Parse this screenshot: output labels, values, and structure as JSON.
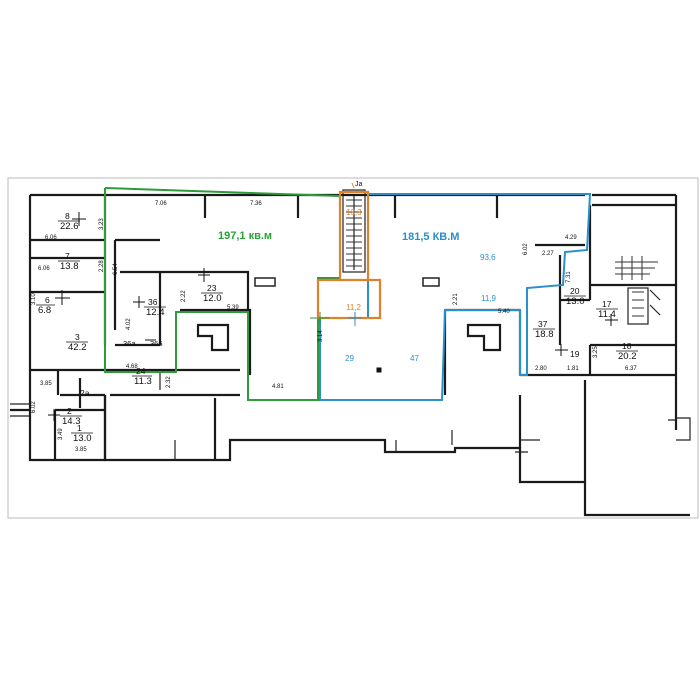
{
  "zones": {
    "green_label": "197,1 кв.м",
    "blue_label": "181,5 КВ.М",
    "orange_top": "13,3",
    "orange_mid": "11,2",
    "blue_93": "93,6",
    "blue_119": "11,9",
    "blue_29": "29",
    "blue_47": "47"
  },
  "stair_mark": "Ja",
  "rooms": [
    {
      "num": "8",
      "area": "22.6"
    },
    {
      "num": "7",
      "area": "13.8"
    },
    {
      "num": "6",
      "area": "6.8"
    },
    {
      "num": "3",
      "area": "42.2"
    },
    {
      "num": "36",
      "area": "12.4"
    },
    {
      "num": "23",
      "area": "12.0"
    },
    {
      "num": "24",
      "area": "11.3"
    },
    {
      "num": "2",
      "area": "14.3"
    },
    {
      "num": "1",
      "area": "13.0"
    },
    {
      "num": "37",
      "area": "18.8"
    },
    {
      "num": "20",
      "area": "13.0"
    },
    {
      "num": "17",
      "area": "11.4"
    },
    {
      "num": "18",
      "area": "20.2"
    },
    {
      "num": "19",
      "area": ""
    },
    {
      "num": "2a",
      "area": ""
    },
    {
      "num": "36a",
      "area": ""
    },
    {
      "num": "366",
      "area": ""
    }
  ],
  "dims": {
    "d706": "7.06",
    "d736": "7.36",
    "d606a": "6.06",
    "d606b": "6.06",
    "d323": "3.23",
    "d228": "2.28",
    "d654": "6.54",
    "d402": "4.02",
    "d310": "3.10",
    "d222": "2.22",
    "d539": "5.39",
    "d468": "4.68",
    "d385a": "3.85",
    "d602": "6.02",
    "d349": "3.49",
    "d385b": "3.85",
    "d232": "2.32",
    "d481": "4.81",
    "d602b": "6.02",
    "d429": "4.29",
    "d227": "2.27",
    "d731": "7.31",
    "d221": "2.21",
    "d540": "5.40",
    "d280": "2.80",
    "d181": "1.81",
    "d325": "3.25",
    "d637": "6.37",
    "d314": "3.14"
  }
}
